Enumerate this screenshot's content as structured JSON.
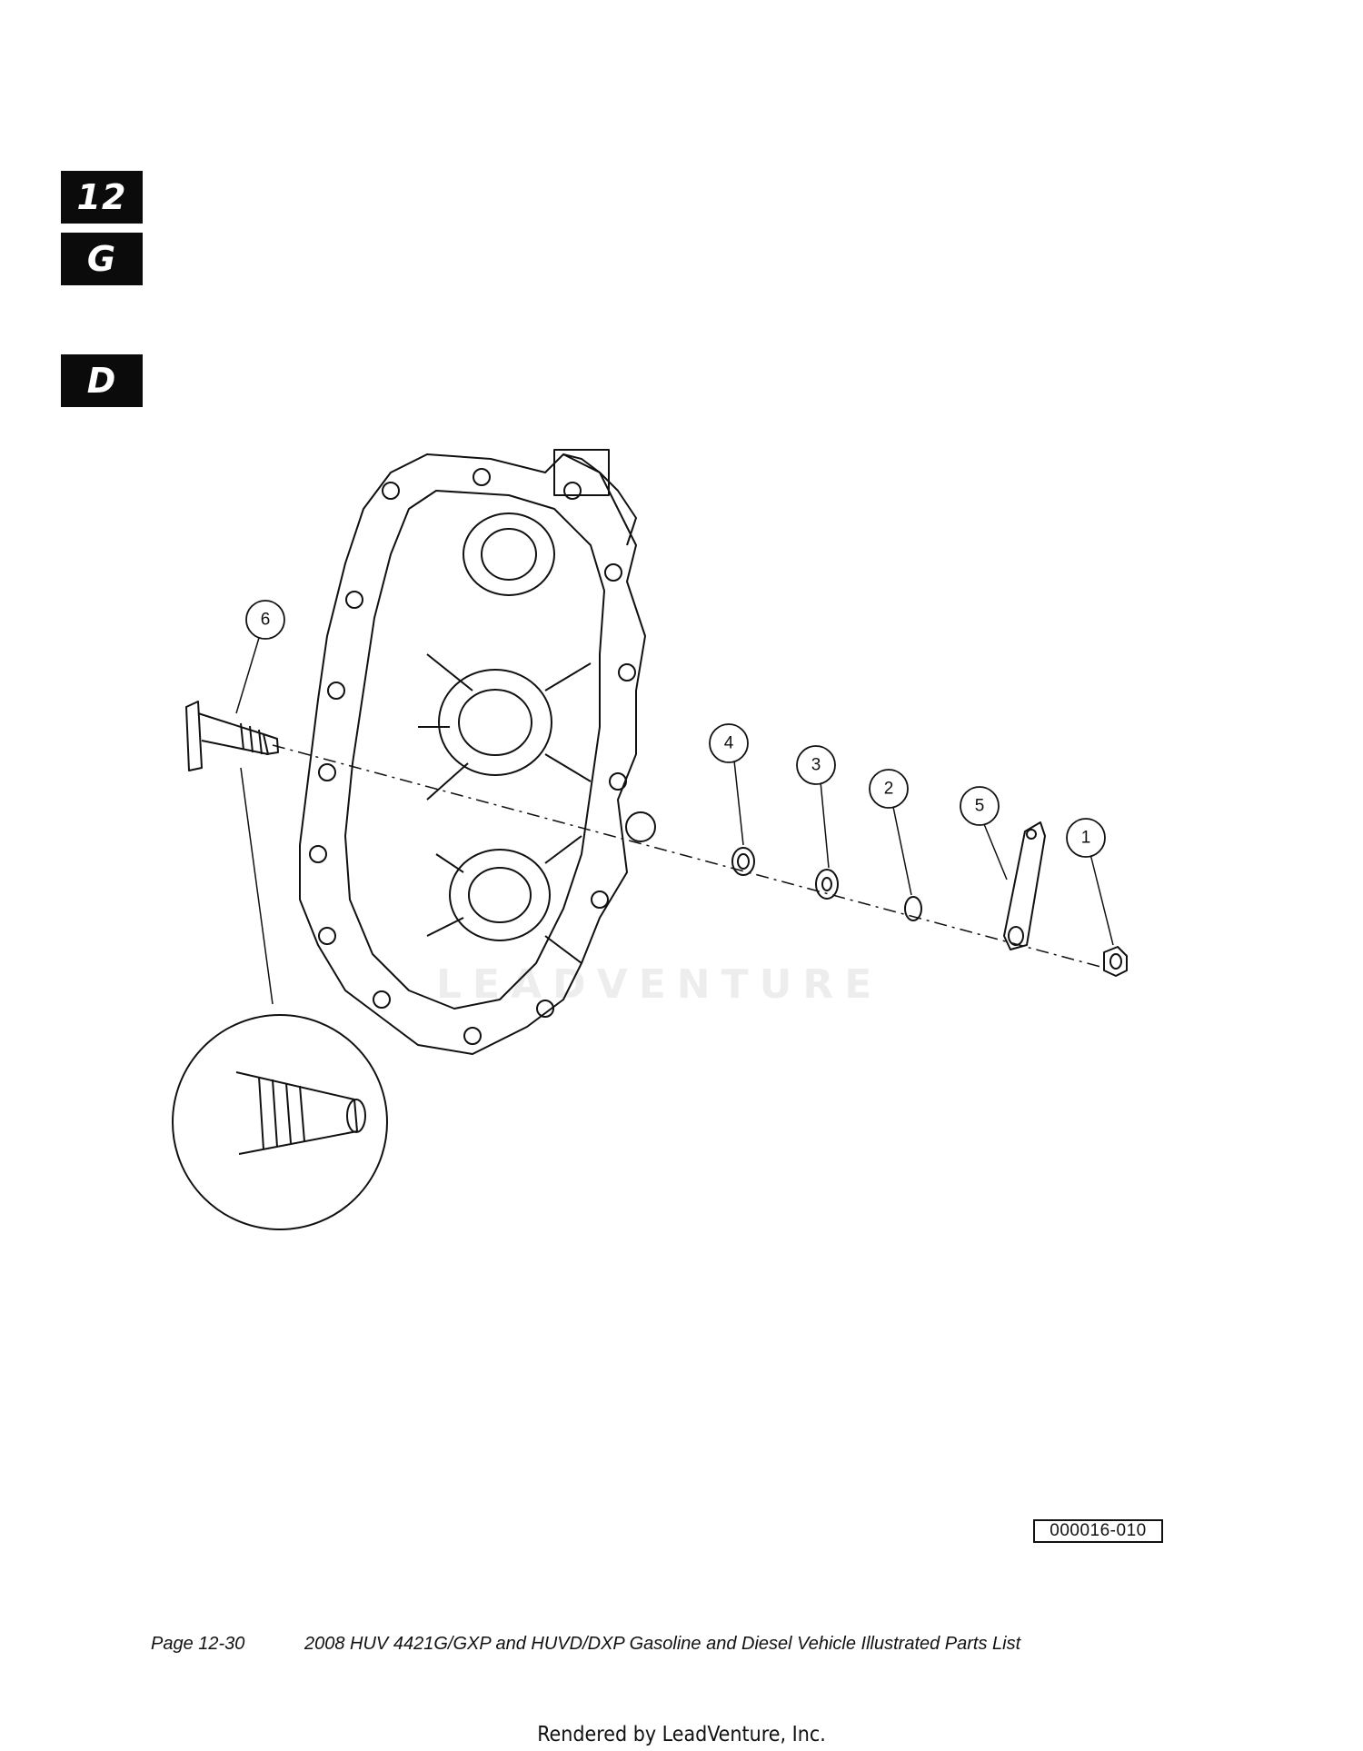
{
  "section_tabs": {
    "chapter": "12",
    "gas": "G",
    "diesel": "D"
  },
  "callouts": [
    "1",
    "2",
    "3",
    "4",
    "5",
    "6"
  ],
  "figure_id": "000016-010",
  "footer": {
    "page": "Page 12-30",
    "title": "2008 HUV 4421G/GXP and HUVD/DXP Gasoline and Diesel Vehicle Illustrated Parts List"
  },
  "rendered_by": "Rendered by LeadVenture, Inc.",
  "watermark": "LEADVENTURE",
  "colors": {
    "ink": "#111111",
    "tab_bg": "#0b0b0b",
    "paper": "#ffffff"
  }
}
